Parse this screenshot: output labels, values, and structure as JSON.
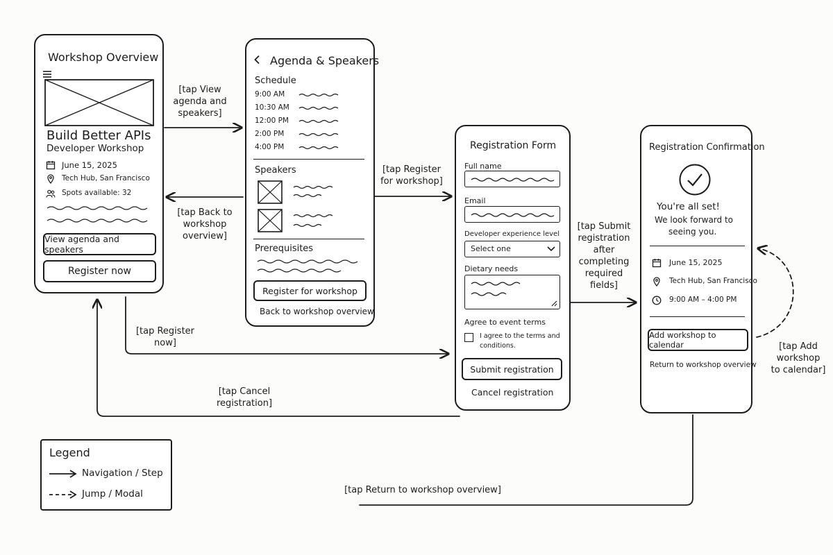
{
  "screen1": {
    "title": "Workshop Overview",
    "heading": "Build Better APIs",
    "subheading": "Developer Workshop",
    "date": "June 15, 2025",
    "location": "Tech Hub, San Francisco",
    "spots": "Spots available: 32",
    "btn_agenda": "View agenda and speakers",
    "btn_register": "Register now"
  },
  "screen2": {
    "title": "Agenda & Speakers",
    "schedule_label": "Schedule",
    "times": [
      "9:00 AM",
      "10:30 AM",
      "12:00 PM",
      "2:00 PM",
      "4:00 PM"
    ],
    "speakers_label": "Speakers",
    "prereq_label": "Prerequisites",
    "btn_register": "Register for workshop",
    "back_link": "Back to workshop overview"
  },
  "screen3": {
    "title": "Registration Form",
    "full_name_label": "Full name",
    "email_label": "Email",
    "experience_label": "Developer experience level",
    "select_value": "Select one",
    "dietary_label": "Dietary needs",
    "terms_label": "Agree to event terms",
    "terms_line1": "I agree to the terms and",
    "terms_line2": "conditions.",
    "btn_submit": "Submit registration",
    "cancel_link": "Cancel registration"
  },
  "screen4": {
    "title": "Registration Confirmation",
    "headline": "You're all set!",
    "msg_line1": "We look forward to",
    "msg_line2": "seeing you.",
    "date": "June 15, 2025",
    "location": "Tech Hub, San Francisco",
    "time": "9:00 AM – 4:00 PM",
    "btn_calendar": "Add workshop to calendar",
    "return_link": "Return to workshop overview"
  },
  "notes": {
    "view_agenda": [
      "[tap View",
      "agenda and",
      "speakers]"
    ],
    "back_overview": [
      "[tap Back to",
      "workshop",
      "overview]"
    ],
    "register_workshop": [
      "[tap Register",
      "for workshop]"
    ],
    "register_now": [
      "[tap Register",
      "now]"
    ],
    "cancel_registration": [
      "[tap Cancel",
      "registration]"
    ],
    "submit": [
      "[tap Submit",
      "registration",
      "after",
      "completing",
      "required",
      "fields]"
    ],
    "add_calendar": [
      "[tap Add",
      "workshop",
      "to calendar]"
    ],
    "return_overview": "[tap  Return to workshop overview]"
  },
  "legend": {
    "title": "Legend",
    "solid": "Navigation / Step",
    "dashed": "Jump / Modal"
  },
  "icons": [
    "menu-icon",
    "calendar-icon",
    "location-pin-icon",
    "people-icon",
    "back-chevron-icon",
    "checkmark-circle-icon",
    "clock-icon",
    "dropdown-chevron-icon",
    "image-placeholder-icon",
    "checkbox-icon"
  ]
}
